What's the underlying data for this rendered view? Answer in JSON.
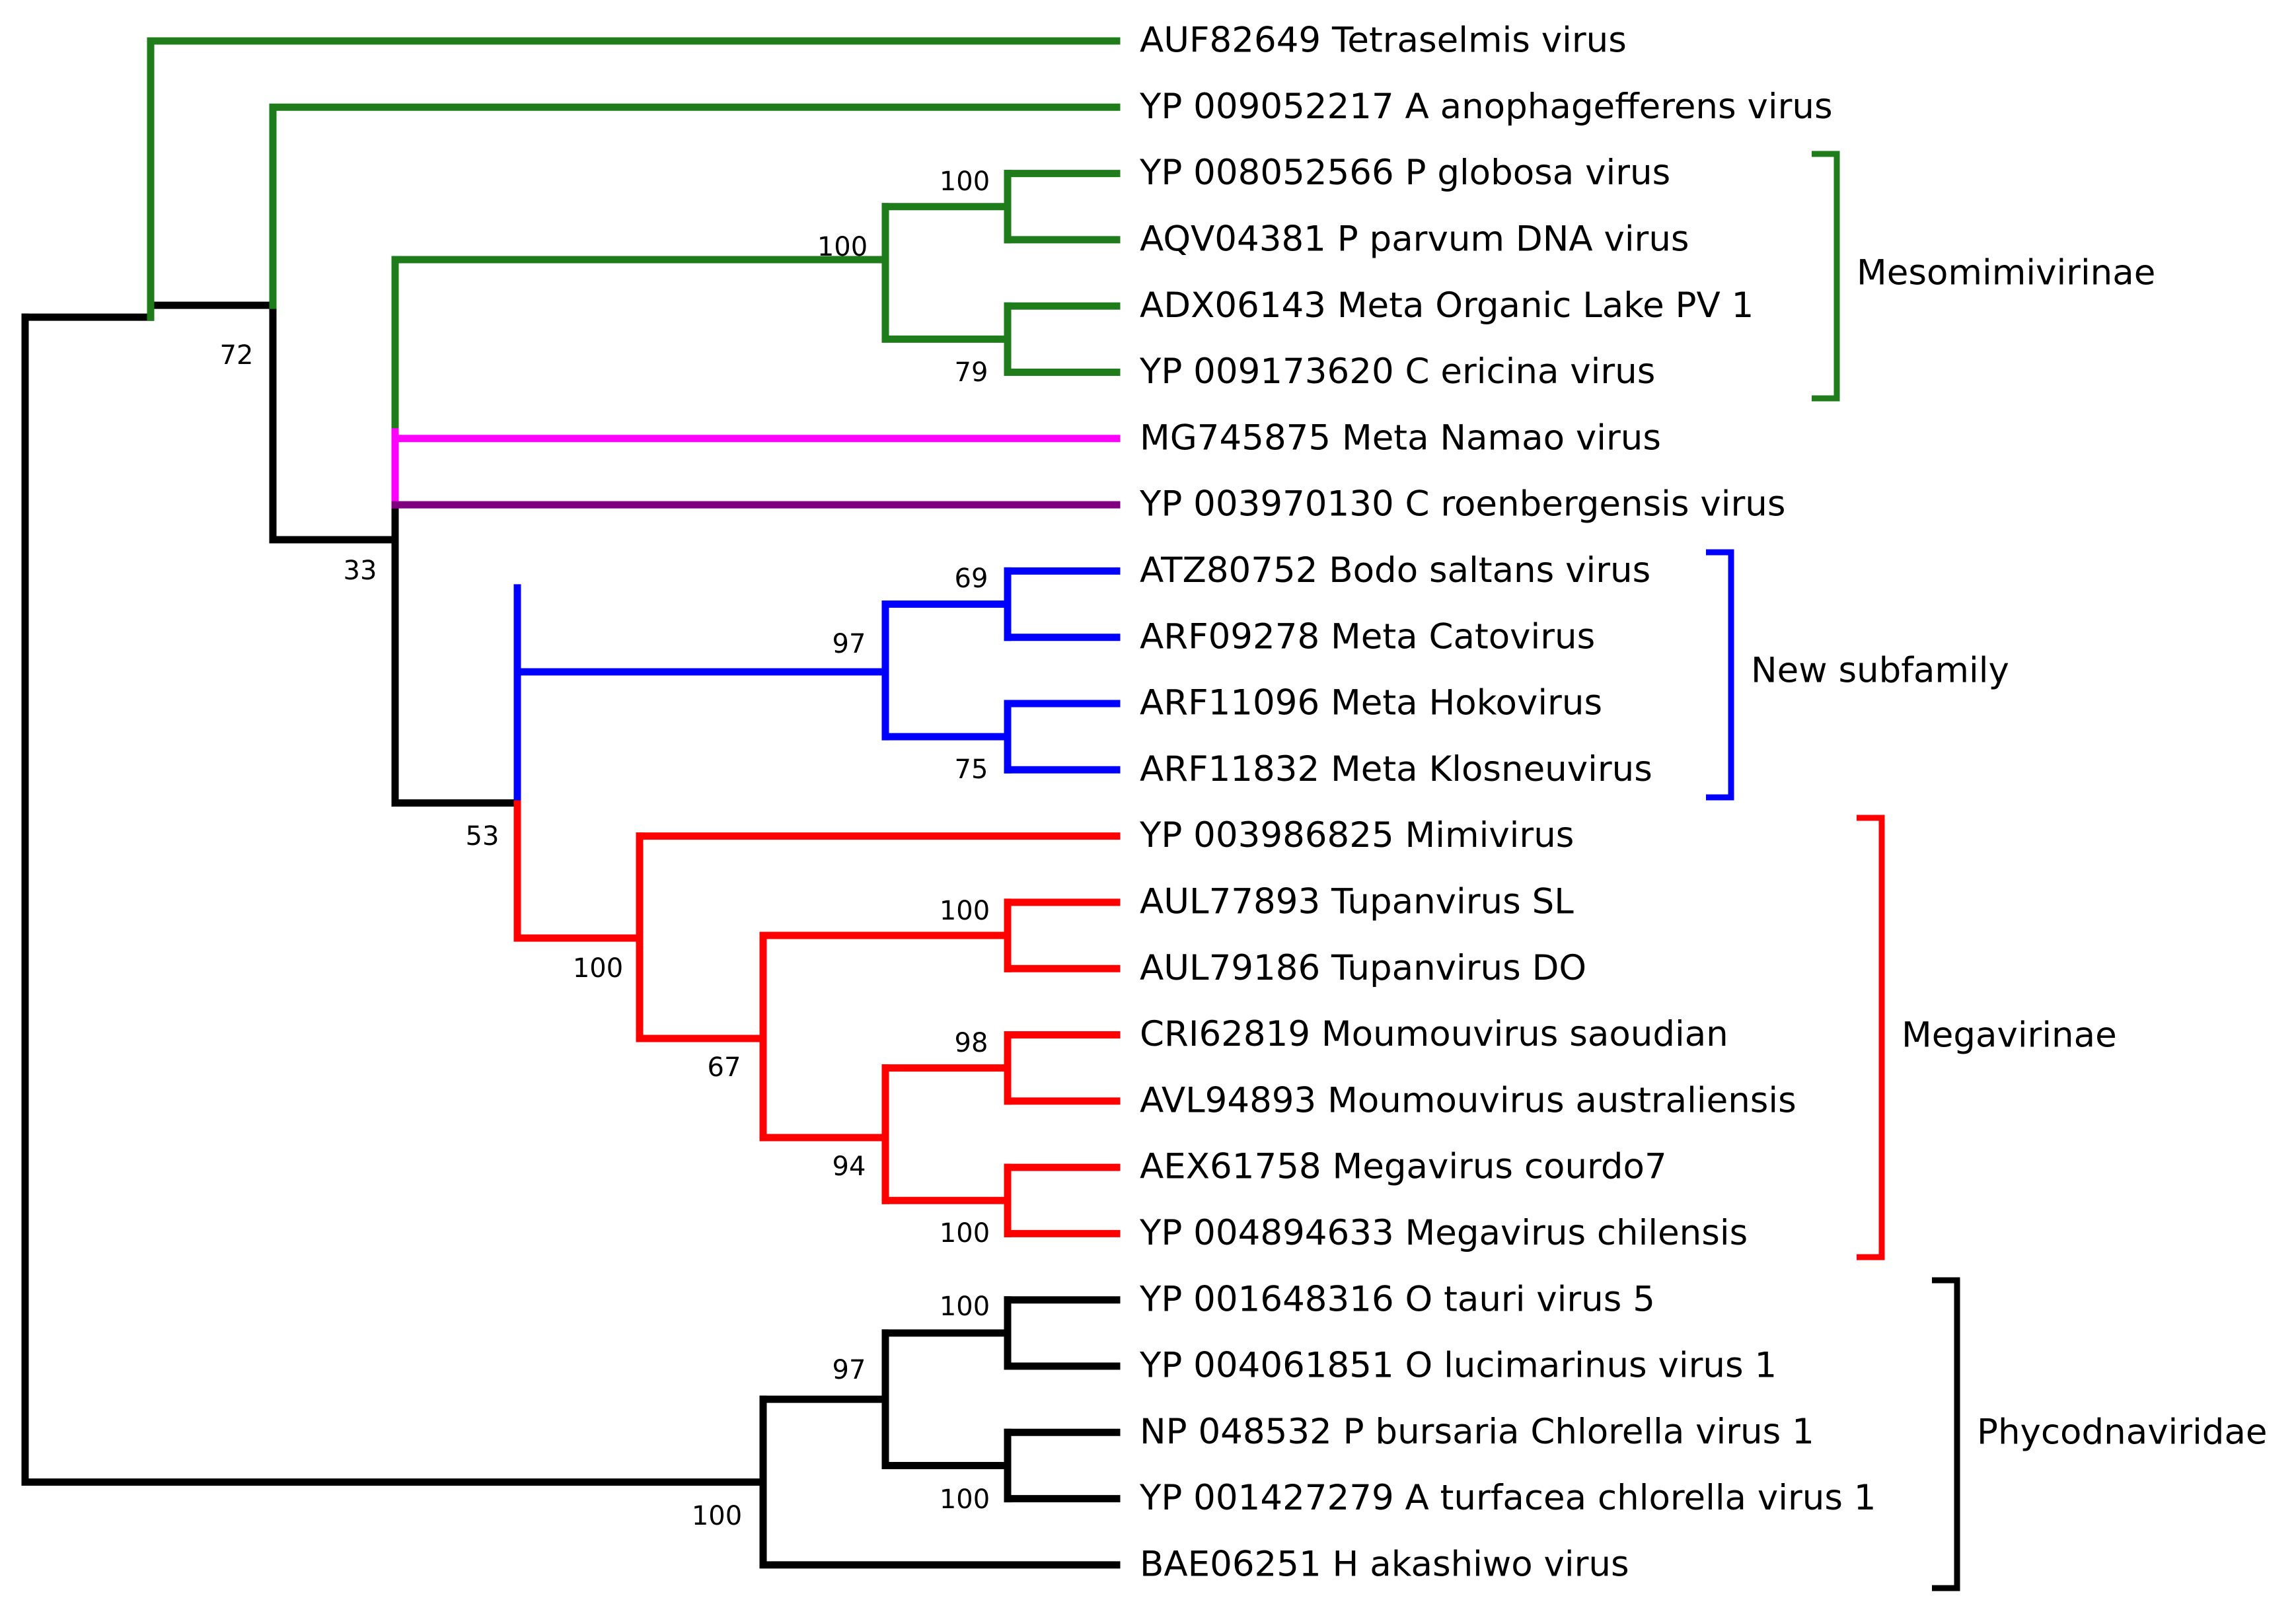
{
  "colors": {
    "black": "#000000",
    "green": "#1E7D1A",
    "magenta": "#FF00FF",
    "purple": "#800080",
    "blue": "#0000FF",
    "red": "#FF0000"
  },
  "leaves": [
    "AUF82649 Tetraselmis virus",
    "YP 009052217 A anophagefferens virus",
    "YP 008052566 P globosa virus",
    "AQV04381 P parvum DNA virus",
    "ADX06143 Meta Organic Lake PV 1",
    "YP 009173620 C ericina virus",
    "MG745875 Meta Namao virus",
    "YP 003970130 C roenbergensis virus",
    "ATZ80752 Bodo saltans virus",
    "ARF09278 Meta Catovirus",
    "ARF11096 Meta Hokovirus",
    "ARF11832 Meta Klosneuvirus",
    "YP 003986825 Mimivirus",
    "AUL77893 Tupanvirus SL",
    "AUL79186 Tupanvirus DO",
    "CRI62819 Moumouvirus saoudian",
    "AVL94893 Moumouvirus australiensis",
    "AEX61758 Megavirus courdo7",
    "YP 004894633 Megavirus chilensis",
    "YP 001648316 O tauri virus 5",
    "YP 004061851 O lucimarinus virus 1",
    "NP 048532 P bursaria Chlorella virus 1",
    "YP 001427279 A turfacea chlorella virus 1",
    "BAE06251 H akashiwo virus"
  ],
  "bootstrap": [
    "72",
    "100",
    "100",
    "79",
    "33",
    "69",
    "97",
    "75",
    "53",
    "100",
    "100",
    "67",
    "98",
    "94",
    "100",
    "100",
    "97",
    "100",
    "100"
  ],
  "clades": [
    {
      "label": "Mesomimivirinae",
      "color": "green"
    },
    {
      "label": "New subfamily",
      "color": "blue"
    },
    {
      "label": "Megavirinae",
      "color": "red"
    },
    {
      "label": "Phycodnaviridae",
      "color": "black"
    }
  ]
}
